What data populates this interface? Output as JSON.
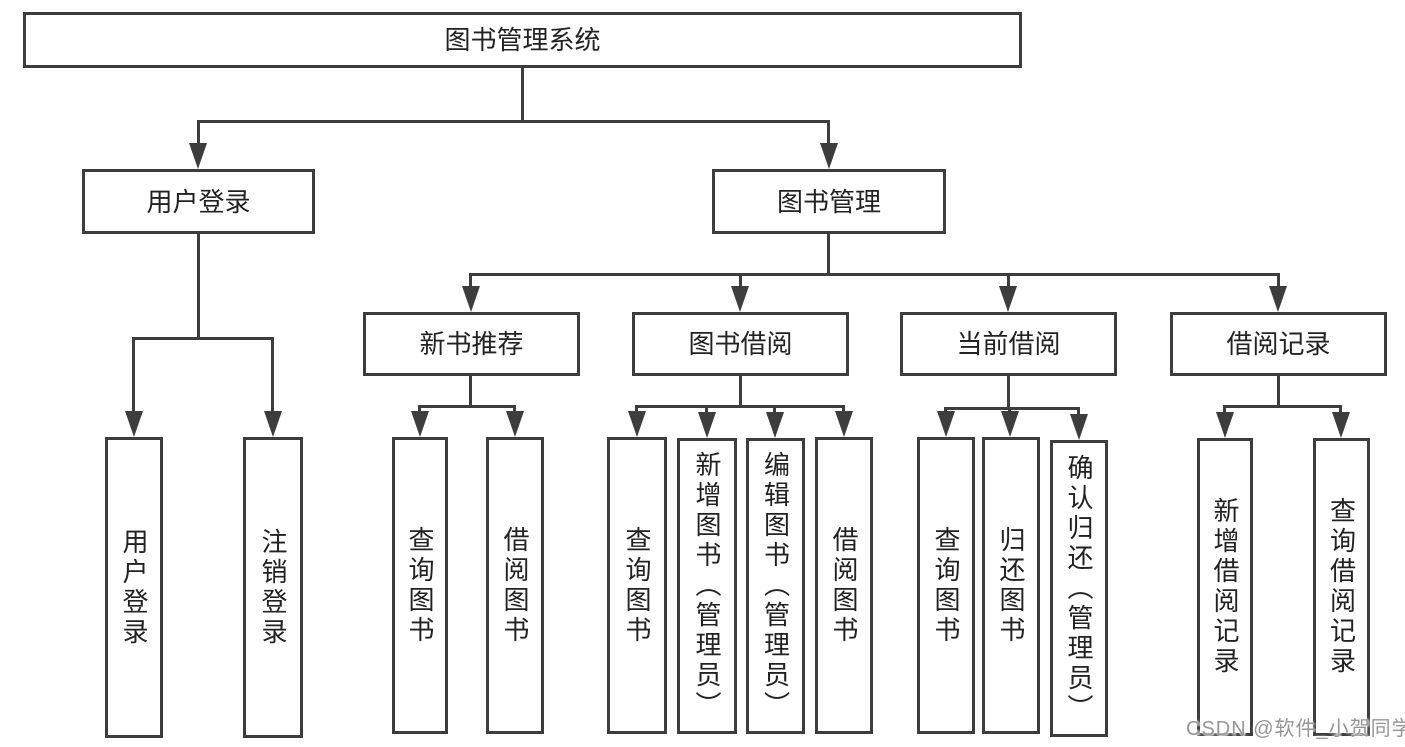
{
  "diagram": {
    "type": "hierarchy-tree",
    "colors": {
      "line": "#3d3d3d",
      "box_border": "#3d3d3d",
      "text": "#222222",
      "background": "#ffffff",
      "watermark": "#969696"
    },
    "tree": {
      "label": "图书管理系统",
      "children": [
        {
          "label": "用户登录",
          "children": [
            {
              "label": "用户登录"
            },
            {
              "label": "注销登录"
            }
          ]
        },
        {
          "label": "图书管理",
          "children": [
            {
              "label": "新书推荐",
              "children": [
                {
                  "label": "查询图书"
                },
                {
                  "label": "借阅图书"
                }
              ]
            },
            {
              "label": "图书借阅",
              "children": [
                {
                  "label": "查询图书"
                },
                {
                  "label": "新增图书（管理员）"
                },
                {
                  "label": "编辑图书（管理员）"
                },
                {
                  "label": "借阅图书"
                }
              ]
            },
            {
              "label": "当前借阅",
              "children": [
                {
                  "label": "查询图书"
                },
                {
                  "label": "归还图书"
                },
                {
                  "label": "确认归还（管理员）"
                }
              ]
            },
            {
              "label": "借阅记录",
              "children": [
                {
                  "label": "新增借阅记录"
                },
                {
                  "label": "查询借阅记录"
                }
              ]
            }
          ]
        }
      ]
    },
    "watermark": {
      "text": "CSDN @软件_小贺同学"
    }
  }
}
